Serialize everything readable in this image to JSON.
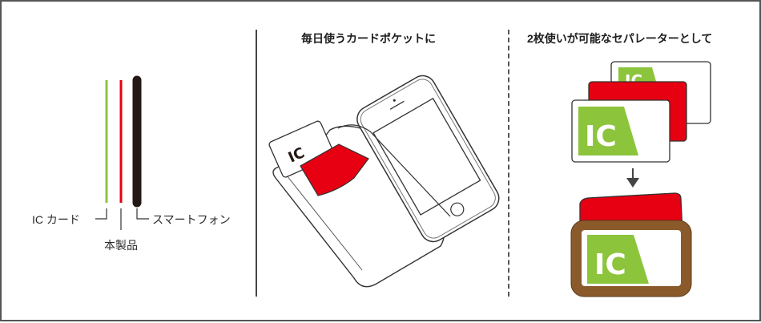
{
  "layers": {
    "ic_card_label": "IC カード",
    "product_label": "本製品",
    "smartphone_label": "スマートフォン"
  },
  "middle": {
    "title": "毎日使うカードポケットに",
    "card_text": "IC"
  },
  "right": {
    "title": "2枚使いが可能なセパレーターとして",
    "card_text": "IC",
    "arrow_icon": "down-arrow-icon"
  },
  "colors": {
    "ic_green": "#8cc43c",
    "separator_red": "#e60012",
    "phone_dark": "#231815",
    "case_brown": "#8b5a2b"
  }
}
